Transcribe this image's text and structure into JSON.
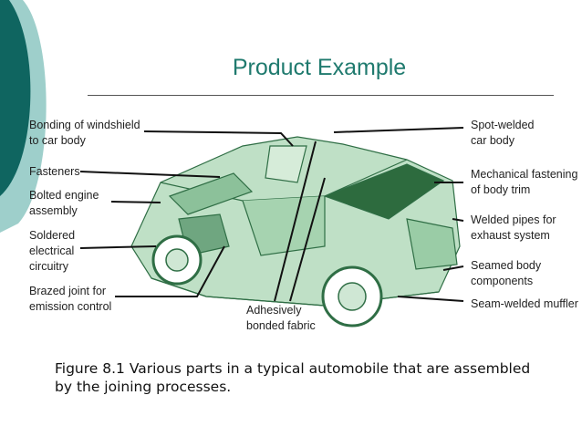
{
  "slide": {
    "title": "Product Example",
    "caption": "Figure 8.1 Various parts in a typical automobile that are assembled by the joining processes.",
    "colors": {
      "title": "#1f7a6e",
      "accent_dark": "#0f6560",
      "accent_light": "#9ecfcb",
      "car_green": "#3f8a55"
    }
  },
  "figure": {
    "left_labels": [
      "Bonding of windshield\nto car body",
      "Fasteners",
      "Bolted engine\nassembly",
      "Soldered\nelectrical\ncircuitry",
      "Brazed joint for\nemission control"
    ],
    "right_labels": [
      "Spot-welded\ncar body",
      "Mechanical fastening\nof body trim",
      "Welded pipes for\nexhaust system",
      "Seamed body\ncomponents",
      "Seam-welded muffler"
    ],
    "bottom_label": "Adhesively\nbonded fabric"
  }
}
